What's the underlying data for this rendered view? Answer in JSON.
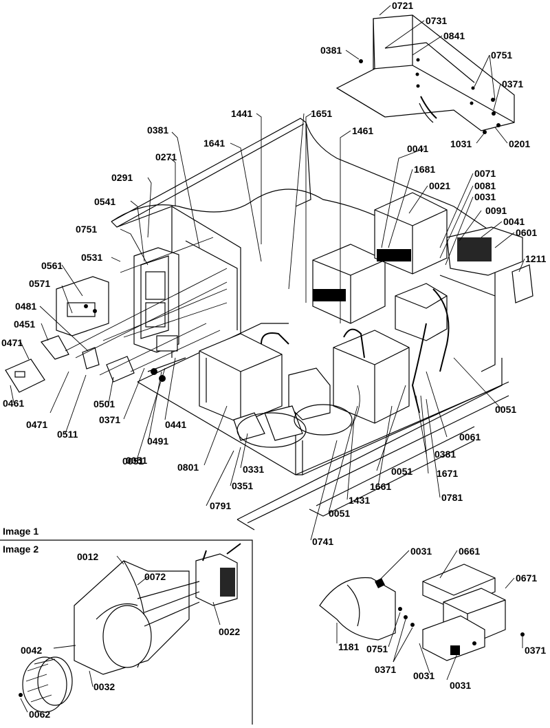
{
  "inset": {
    "image1_label": "Image 1",
    "image2_label": "Image 2"
  },
  "callouts": [
    "0721",
    "0731",
    "0841",
    "0381",
    "0751",
    "0371",
    "0201",
    "1031",
    "1441",
    "1651",
    "1461",
    "1641",
    "0381",
    "0271",
    "0291",
    "0541",
    "0041",
    "1681",
    "0021",
    "0071",
    "0081",
    "0031",
    "0091",
    "0041",
    "0601",
    "1211",
    "0751",
    "0531",
    "0561",
    "0571",
    "0481",
    "0451",
    "0471",
    "0461",
    "0471",
    "0511",
    "0501",
    "0371",
    "0051",
    "0491",
    "0441",
    "0051",
    "0801",
    "0331",
    "0351",
    "0791",
    "0051",
    "1431",
    "0051",
    "1661",
    "0741",
    "0061",
    "0381",
    "1671",
    "0781",
    "0051",
    "0012",
    "0072",
    "0022",
    "0042",
    "0032",
    "0062",
    "0031",
    "0661",
    "0671",
    "1181",
    "0751",
    "0371",
    "0031",
    "0031",
    "0371"
  ]
}
